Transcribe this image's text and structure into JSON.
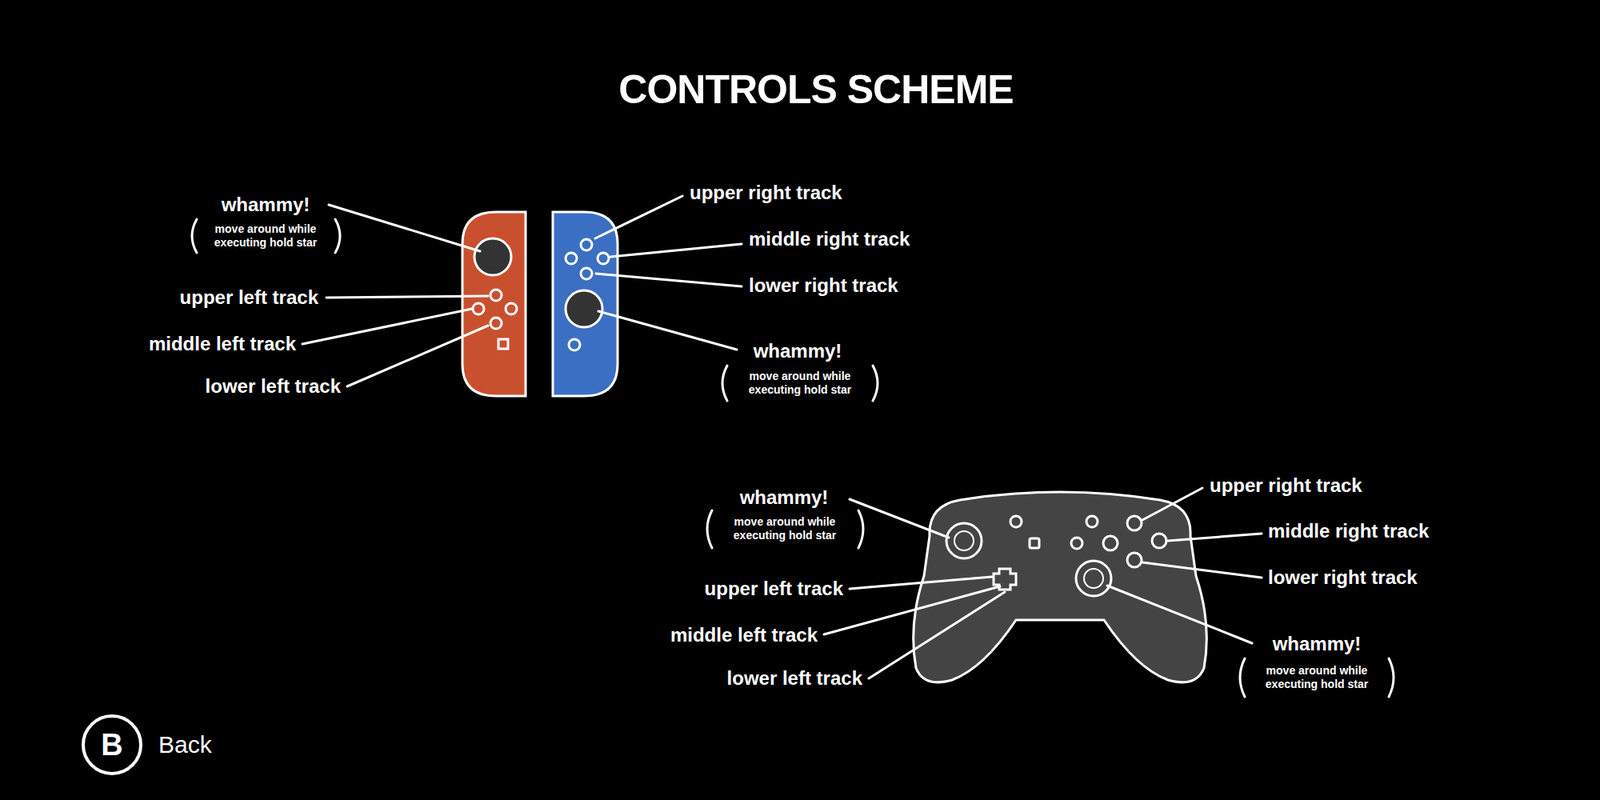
{
  "diagram": {
    "title": "CONTROLS SCHEME",
    "nodes": [
      {
        "text": [
          "B"
        ]
      }
    ],
    "labels": [
      "whammy!",
      "move around while executing hold star",
      "upper left track",
      "middle left track",
      "lower left track",
      "upper right track",
      "middle right track",
      "lower right track",
      "whammy!",
      "move around while executing hold star",
      "whammy!",
      "move around while executing hold star",
      "upper left track",
      "middle left track",
      "lower left track",
      "upper right track",
      "middle right track",
      "lower right track",
      "whammy!",
      "move around while executing hold star",
      "Back"
    ]
  }
}
